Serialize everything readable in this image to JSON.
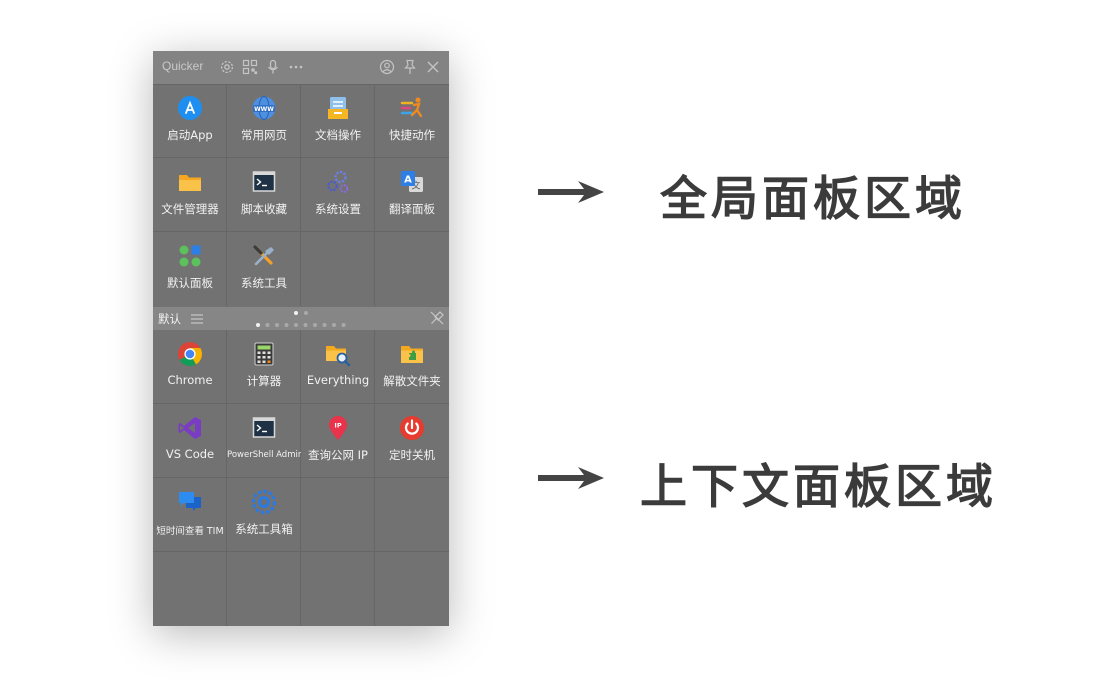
{
  "titlebar": {
    "brand": "Quicker",
    "icons": [
      "gear-icon",
      "qr-code-icon",
      "microphone-icon",
      "more-icon",
      "user-circle-icon",
      "pin-icon",
      "close-icon"
    ]
  },
  "global_panel": {
    "items": [
      {
        "label": "启动App",
        "icon": "app-store-icon"
      },
      {
        "label": "常用网页",
        "icon": "www-globe-icon"
      },
      {
        "label": "文档操作",
        "icon": "document-icon"
      },
      {
        "label": "快捷动作",
        "icon": "quick-action-icon"
      },
      {
        "label": "文件管理器",
        "icon": "folder-icon"
      },
      {
        "label": "脚本收藏",
        "icon": "terminal-icon"
      },
      {
        "label": "系统设置",
        "icon": "gears-icon"
      },
      {
        "label": "翻译面板",
        "icon": "translate-icon"
      },
      {
        "label": "默认面板",
        "icon": "default-panel-icon"
      },
      {
        "label": "系统工具",
        "icon": "tools-icon"
      }
    ]
  },
  "divider": {
    "label": "默认",
    "icons": [
      "menu-icon",
      "settings-tools-icon"
    ],
    "top_pages": 2,
    "top_active": 0,
    "bottom_pages": 10,
    "bottom_active": 0
  },
  "context_panel": {
    "items": [
      {
        "label": "Chrome",
        "icon": "chrome-icon"
      },
      {
        "label": "计算器",
        "icon": "calculator-icon"
      },
      {
        "label": "Everything",
        "icon": "search-folder-icon"
      },
      {
        "label": "解散文件夹",
        "icon": "folder-puzzle-icon"
      },
      {
        "label": "VS Code",
        "icon": "vs-code-icon"
      },
      {
        "label": "PowerShell Admin",
        "icon": "powershell-icon"
      },
      {
        "label": "查询公网 IP",
        "icon": "ip-location-icon"
      },
      {
        "label": "定时关机",
        "icon": "power-icon"
      },
      {
        "label": "短时间查看 TIM",
        "icon": "chat-bubbles-icon"
      },
      {
        "label": "系统工具箱",
        "icon": "toolbox-gear-icon"
      }
    ]
  },
  "annotations": {
    "global": "全局面板区域",
    "context": "上下文面板区域"
  },
  "colors": {
    "panel_bg": "#727272",
    "caption": "#3b3b3b",
    "arrow": "#444444"
  }
}
